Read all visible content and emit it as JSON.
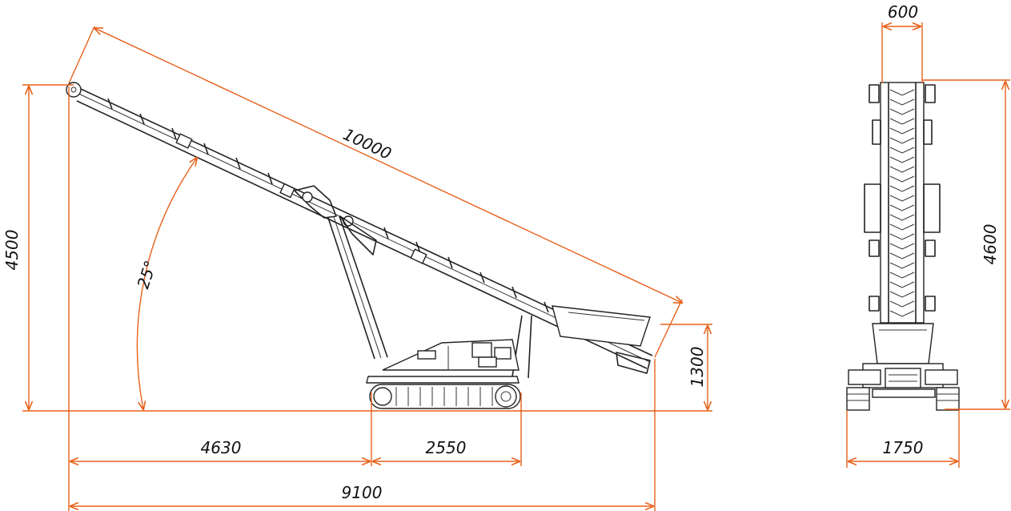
{
  "side_view": {
    "belt_length": "10000",
    "lift_height": "4500",
    "angle": "25°",
    "hopper_height": "1300",
    "tail_to_track": "4630",
    "track_length": "2550",
    "total_length": "9100"
  },
  "front_view": {
    "belt_width": "600",
    "height": "4600",
    "track_width": "1750"
  },
  "colors": {
    "dimension_lines": "#e8611a",
    "drawing": "#222222"
  }
}
